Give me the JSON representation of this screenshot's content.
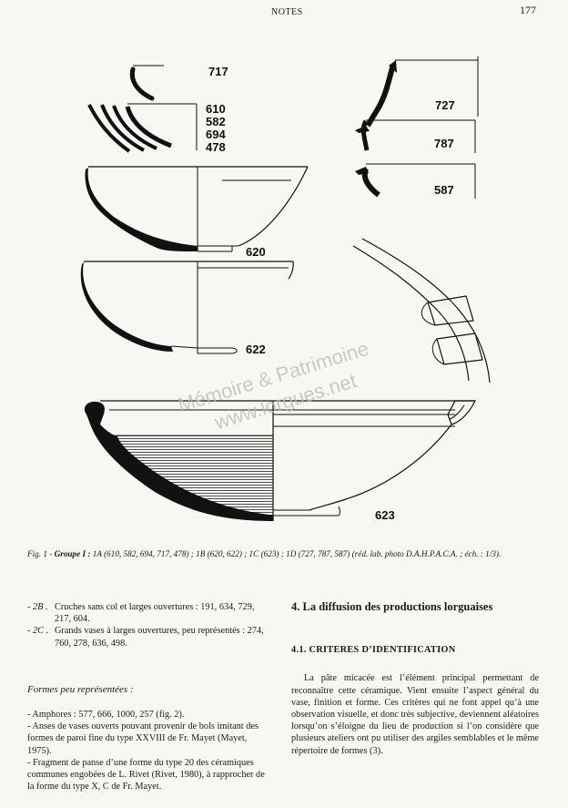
{
  "header": {
    "running_title": "NOTES",
    "page_number": "177"
  },
  "figure": {
    "labels": {
      "p717": "717",
      "p610": "610",
      "p582": "582",
      "p694": "694",
      "p478": "478",
      "p620": "620",
      "p622": "622",
      "p623": "623",
      "p727": "727",
      "p787": "787",
      "p587": "587"
    },
    "watermark": {
      "line1": "Mémoire & Patrimoine",
      "line2": "www.lorgues.net"
    }
  },
  "caption": {
    "fig": "Fig. 1 - ",
    "group": "Groupe I : ",
    "text": "1A (610, 582, 694, 717, 478) ; 1B (620, 622) ; 1C (623) ; 1D (727, 787, 587) (réd. lab. photo D.A.H.P.A.C.A. ; éch. : 1/3)."
  },
  "left_column": {
    "items": [
      {
        "code": "- 2B .",
        "text": "Cruches sans col et larges ouvertures : 191, 634, 729, 217, 604."
      },
      {
        "code": "- 2C .",
        "text": "Grands vases à larges ouvertures, peu représentés : 274, 760, 278, 636, 498."
      }
    ],
    "subheading": "Formes peu représentées :",
    "bullets": [
      "- Amphores : 577, 666, 1000, 257 (fig. 2).",
      "- Anses de vases ouverts pouvant provenir de bols imitant des formes de paroi fine du type XXVIII de Fr. Mayet (Mayet, 1975).",
      "- Fragment de panse d’une forme du type 20 des céramiques communes engobées de L. Rivet (Rivet, 1980), à rapprocher de la forme du type X, C de Fr. Mayet."
    ]
  },
  "right_column": {
    "section_title": "4. La diffusion des productions lorguaises",
    "subsection_title": "4.1. CRITERES D’IDENTIFICATION",
    "paragraph": "La pâte micacée est l’élément principal permettant de reconnaître cette céramique. Vient ensuite l’aspect général du vase, finition et forme. Ces critères qui ne font appel qu’à une observation visuelle, et donc très subjective, deviennent aléatoires lorsqu’on s’éloigne du lieu de production si l’on considère que plusieurs ateliers ont pu utiliser des argiles semblables et le même répertoire de formes (3)."
  }
}
